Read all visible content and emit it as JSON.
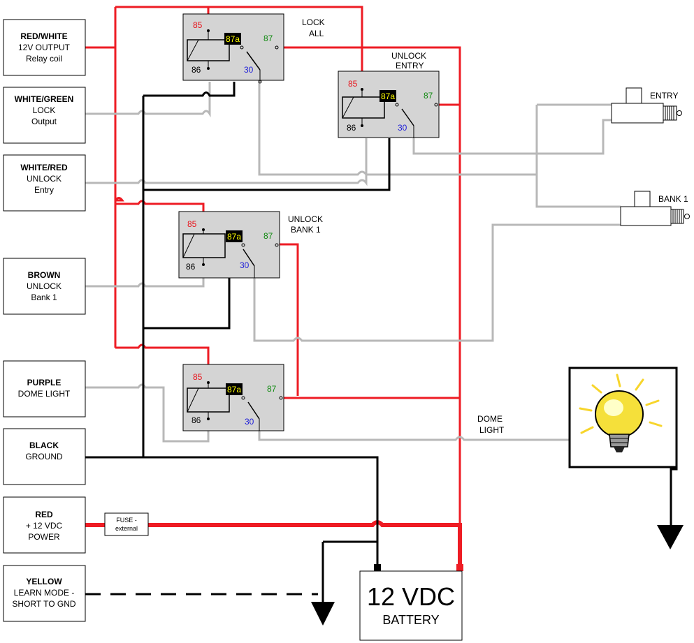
{
  "wire_boxes": [
    {
      "title": "RED/WHITE",
      "line2": "12V OUTPUT",
      "line3": "Relay coil"
    },
    {
      "title": "WHITE/GREEN",
      "line2": "LOCK",
      "line3": "Output"
    },
    {
      "title": "WHITE/RED",
      "line2": "UNLOCK",
      "line3": "Entry"
    },
    {
      "title": "BROWN",
      "line2": "UNLOCK",
      "line3": "Bank 1"
    },
    {
      "title": "PURPLE",
      "line2": "DOME LIGHT",
      "line3": ""
    },
    {
      "title": "BLACK",
      "line2": "GROUND",
      "line3": ""
    },
    {
      "title": "RED",
      "line2": "+ 12 VDC",
      "line3": "POWER"
    },
    {
      "title": "YELLOW",
      "line2": "LEARN MODE -",
      "line3": "SHORT TO GND"
    }
  ],
  "relays": [
    {
      "label1": "LOCK",
      "label2": "ALL"
    },
    {
      "label1": "UNLOCK",
      "label2": "ENTRY"
    },
    {
      "label1": "UNLOCK",
      "label2": "BANK 1"
    },
    {
      "label1": "",
      "label2": ""
    }
  ],
  "pins": {
    "p85": "85",
    "p86": "86",
    "p87": "87",
    "p87a": "87a",
    "p30": "30"
  },
  "actuators": {
    "entry": "ENTRY",
    "bank1": "BANK 1"
  },
  "dome_label": {
    "line1": "DOME",
    "line2": "LIGHT"
  },
  "fuse": {
    "line1": "FUSE -",
    "line2": "external"
  },
  "battery": {
    "voltage": "12 VDC",
    "label": "BATTERY"
  },
  "colors": {
    "red_wire": "#ee1c24",
    "gray_wire": "#b8b8b8",
    "relay_fill": "#d4d4d4",
    "pin85": "#e8141c",
    "pin87": "#118a11",
    "pin30": "#1e1ed8",
    "pin87a_bg": "#000000",
    "pin87a_text": "#ffff00"
  }
}
